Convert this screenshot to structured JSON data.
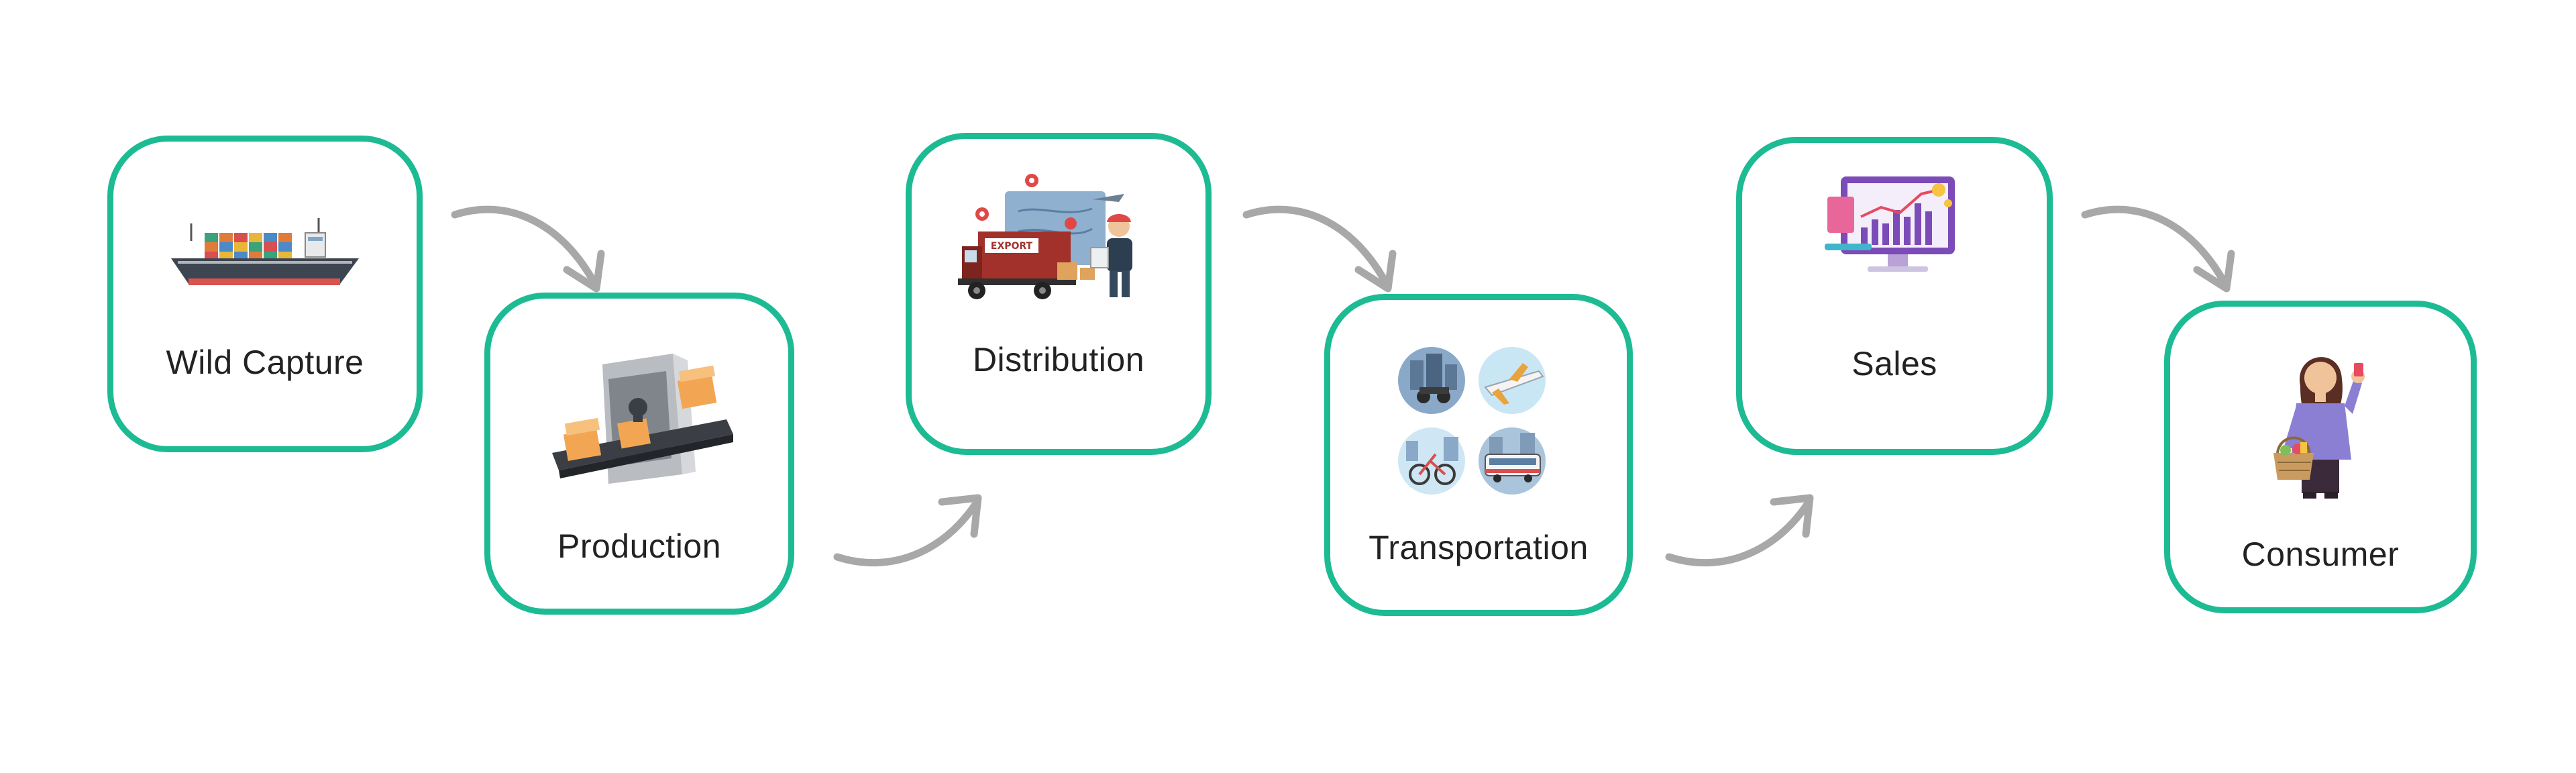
{
  "flow": {
    "steps": [
      {
        "label": "Wild Capture",
        "icon": "cargo-ship-icon"
      },
      {
        "label": "Production",
        "icon": "conveyor-belt-icon"
      },
      {
        "label": "Distribution",
        "icon": "export-truck-icon"
      },
      {
        "label": "Transportation",
        "icon": "transport-modes-icon"
      },
      {
        "label": "Sales",
        "icon": "sales-analytics-monitor-icon"
      },
      {
        "label": "Consumer",
        "icon": "shopper-with-basket-icon"
      }
    ],
    "box_border_color": "#1dbb93",
    "arrow_color": "#a8a8a8",
    "text_color": "#222222"
  }
}
